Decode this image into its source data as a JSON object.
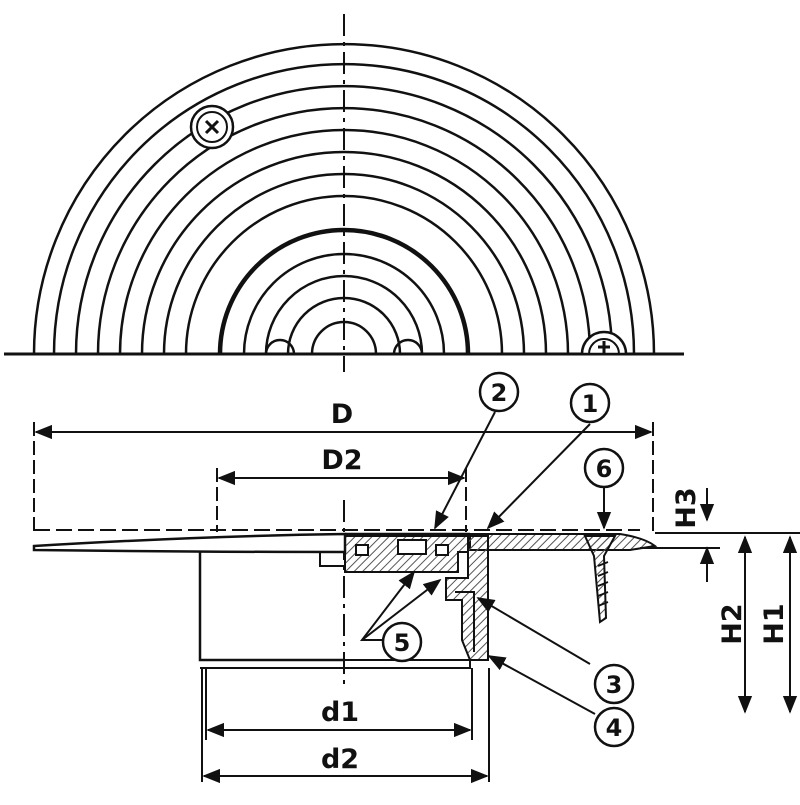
{
  "diagram": {
    "top_view": {
      "label": "plan view of drain cover (half)",
      "screw_icons": [
        "screw-head",
        "screw-head"
      ]
    },
    "dimensions": {
      "D": "D",
      "D2": "D2",
      "d1": "d1",
      "d2": "d2",
      "H1": "H1",
      "H2": "H2",
      "H3": "H3"
    },
    "callouts": [
      "1",
      "2",
      "3",
      "4",
      "5",
      "6"
    ],
    "colors": {
      "ink": "#111111",
      "background": "#ffffff",
      "hatch": "#555555"
    }
  }
}
